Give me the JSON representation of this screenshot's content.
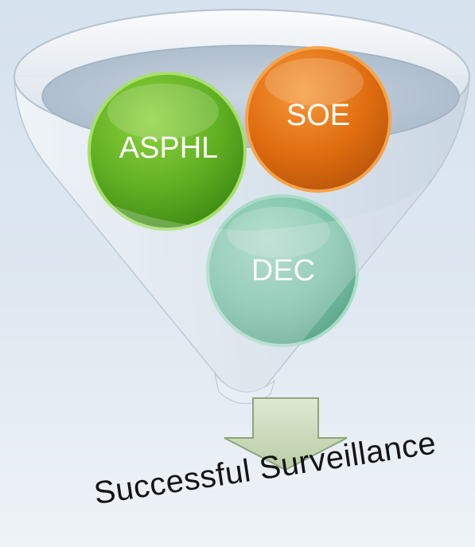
{
  "diagram": {
    "type": "funnel",
    "inputs": [
      {
        "label": "ASPHL",
        "color": "#6fbf2c"
      },
      {
        "label": "SOE",
        "color": "#ea7a1a"
      },
      {
        "label": "DEC",
        "color": "#7cc5aa"
      }
    ],
    "output": {
      "label": "Successful Surveillance",
      "arrow_color": "#c9d9b9"
    }
  }
}
